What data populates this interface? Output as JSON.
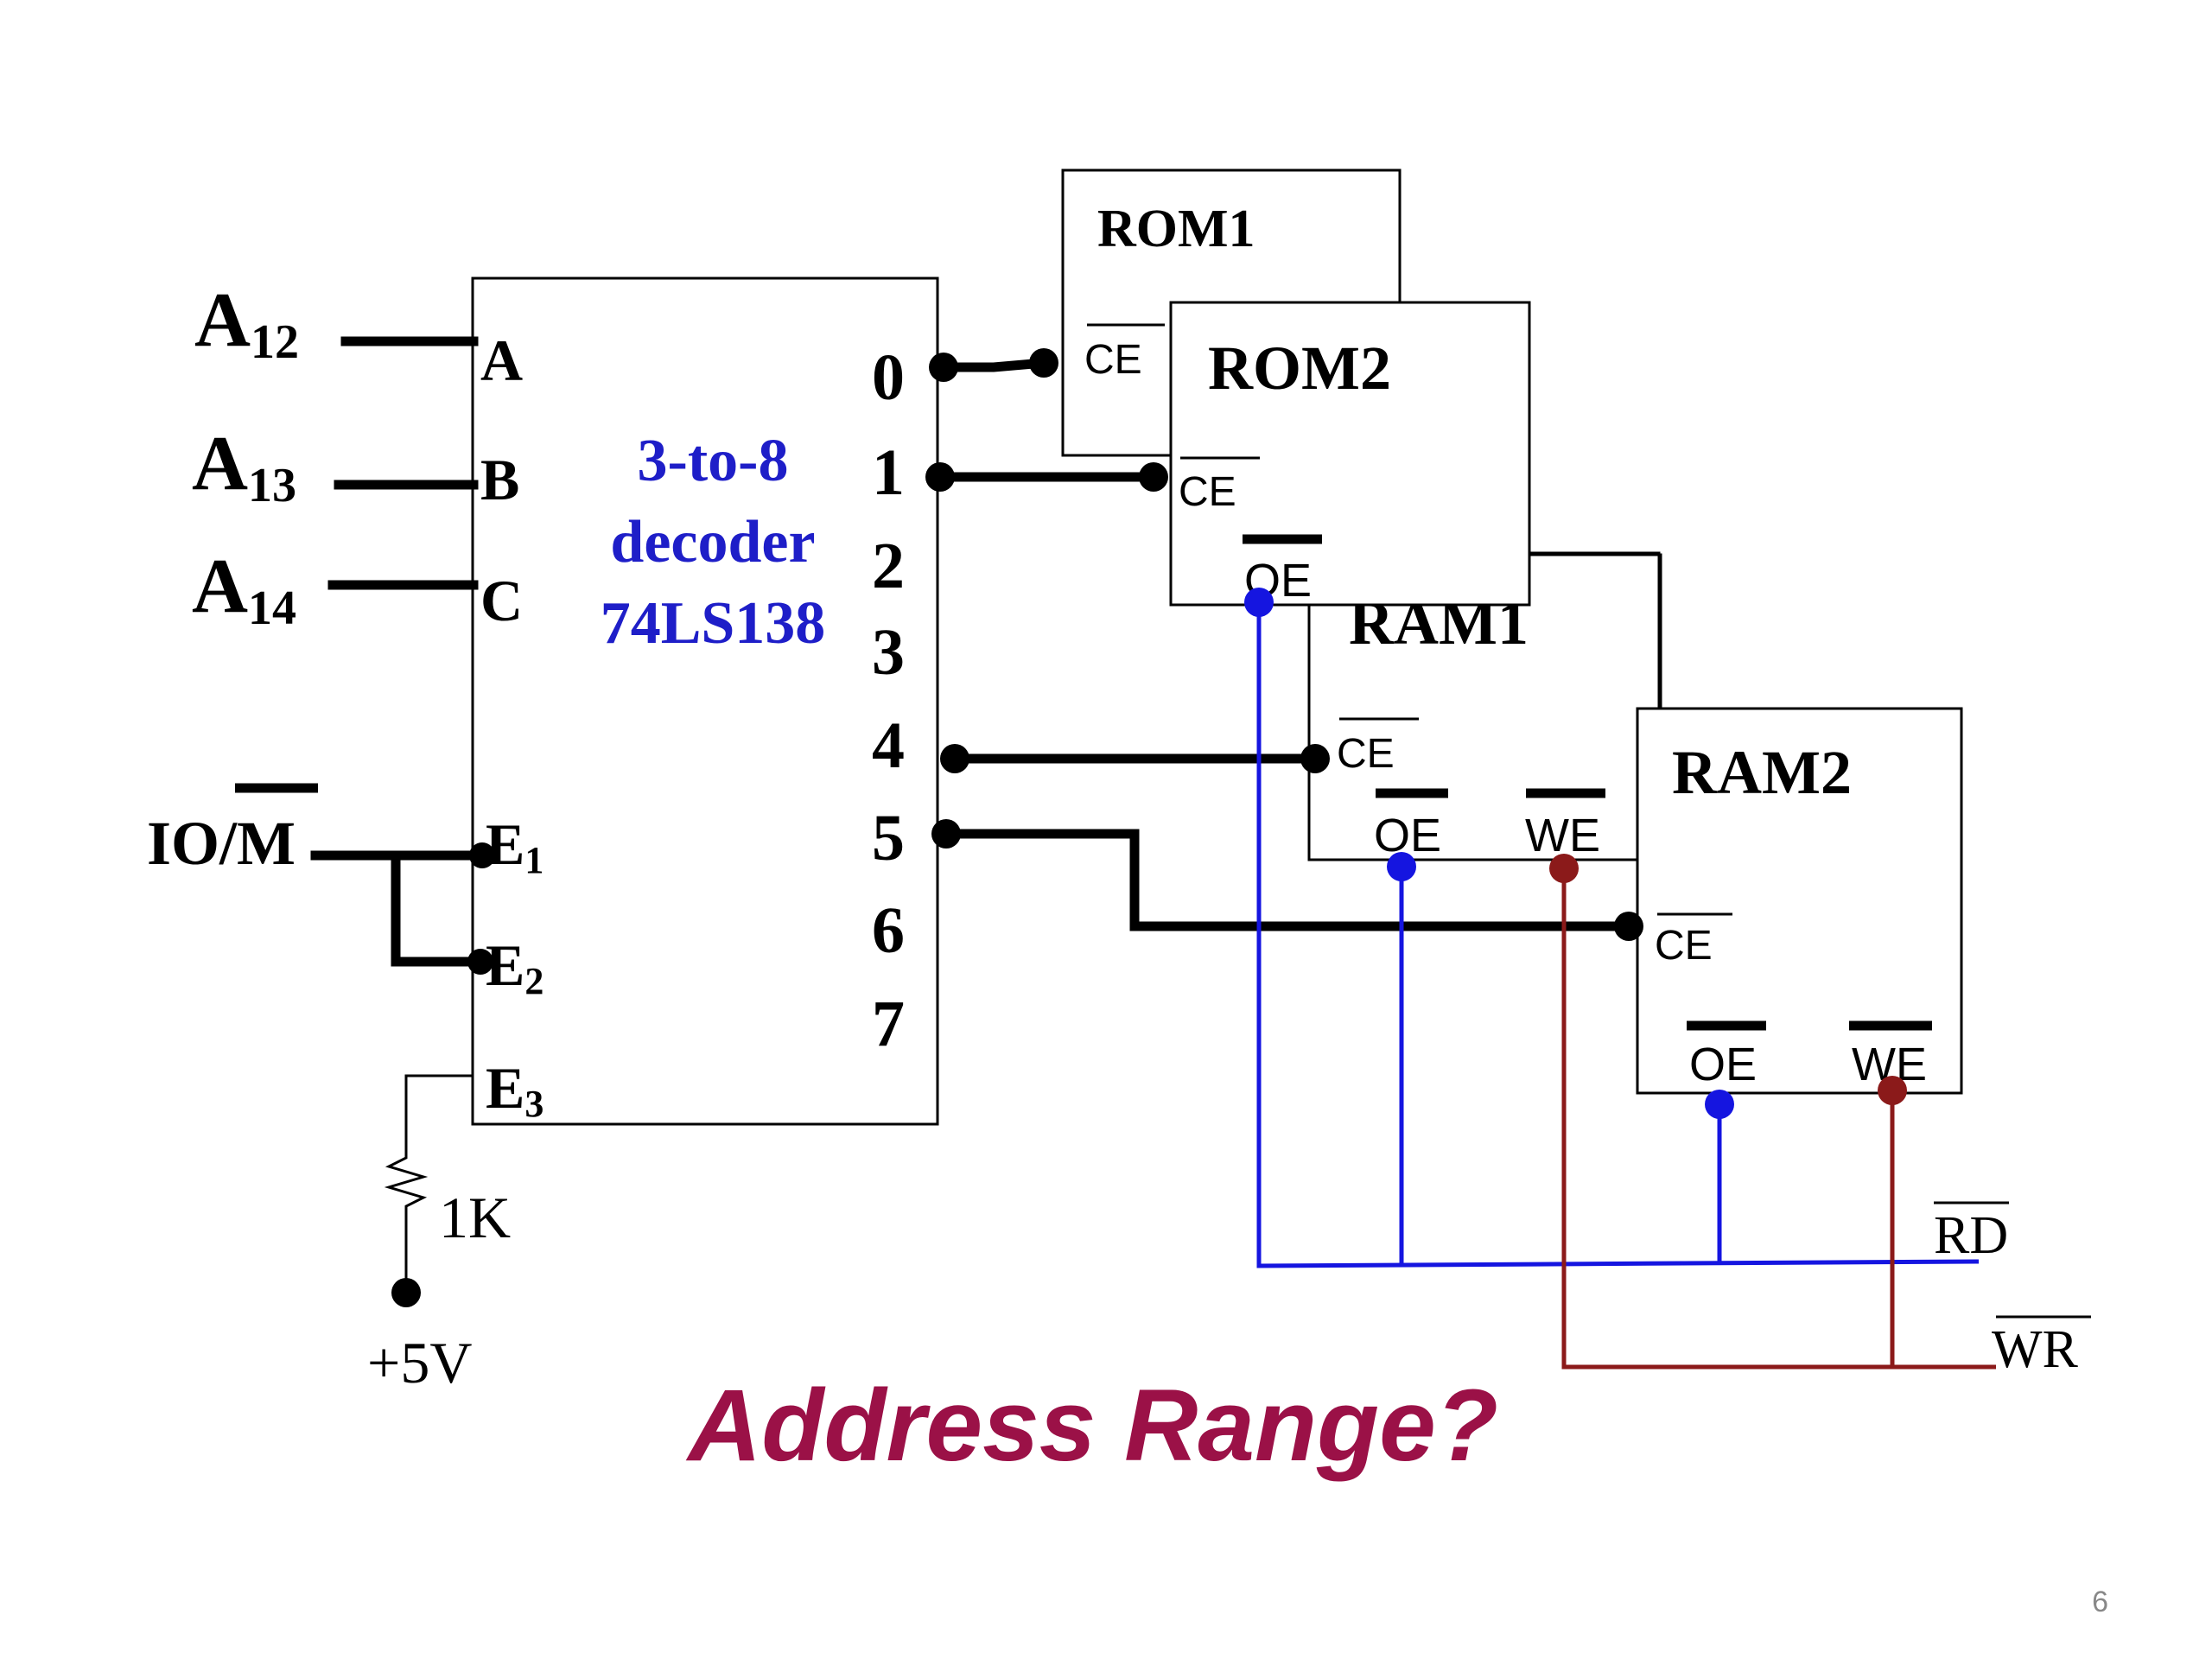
{
  "colors": {
    "background": "#ffffff",
    "wire": "#000000",
    "rd_bus": "#1515e0",
    "wr_bus": "#8b1a1a",
    "decoder_label": "#1e1ec8",
    "question": "#9b1147",
    "page_number": "#888888"
  },
  "inputs": {
    "a12": {
      "base": "A",
      "sub": "12"
    },
    "a13": {
      "base": "A",
      "sub": "13"
    },
    "a14": {
      "base": "A",
      "sub": "14"
    },
    "io_m": "IO/M"
  },
  "decoder": {
    "line1": "3-to-8",
    "line2": "decoder",
    "line3": "74LS138",
    "pins": {
      "a": "A",
      "b": "B",
      "c": "C",
      "e1": {
        "base": "E",
        "sub": "1"
      },
      "e2": {
        "base": "E",
        "sub": "2"
      },
      "e3": {
        "base": "E",
        "sub": "3"
      }
    },
    "outputs": [
      "0",
      "1",
      "2",
      "3",
      "4",
      "5",
      "6",
      "7"
    ]
  },
  "resistor": {
    "label": "1K",
    "supply": "+5V"
  },
  "chips": {
    "rom1": {
      "title": "ROM1",
      "ce": "CE"
    },
    "rom2": {
      "title": "ROM2",
      "ce": "CE",
      "oe": "OE"
    },
    "ram1": {
      "title": "RAM1",
      "ce": "CE",
      "oe": "OE",
      "we": "WE"
    },
    "ram2": {
      "title": "RAM2",
      "ce": "CE",
      "oe": "OE",
      "we": "WE"
    }
  },
  "signals": {
    "rd": "RD",
    "wr": "WR"
  },
  "question": "Address Range?",
  "page_number": "6"
}
